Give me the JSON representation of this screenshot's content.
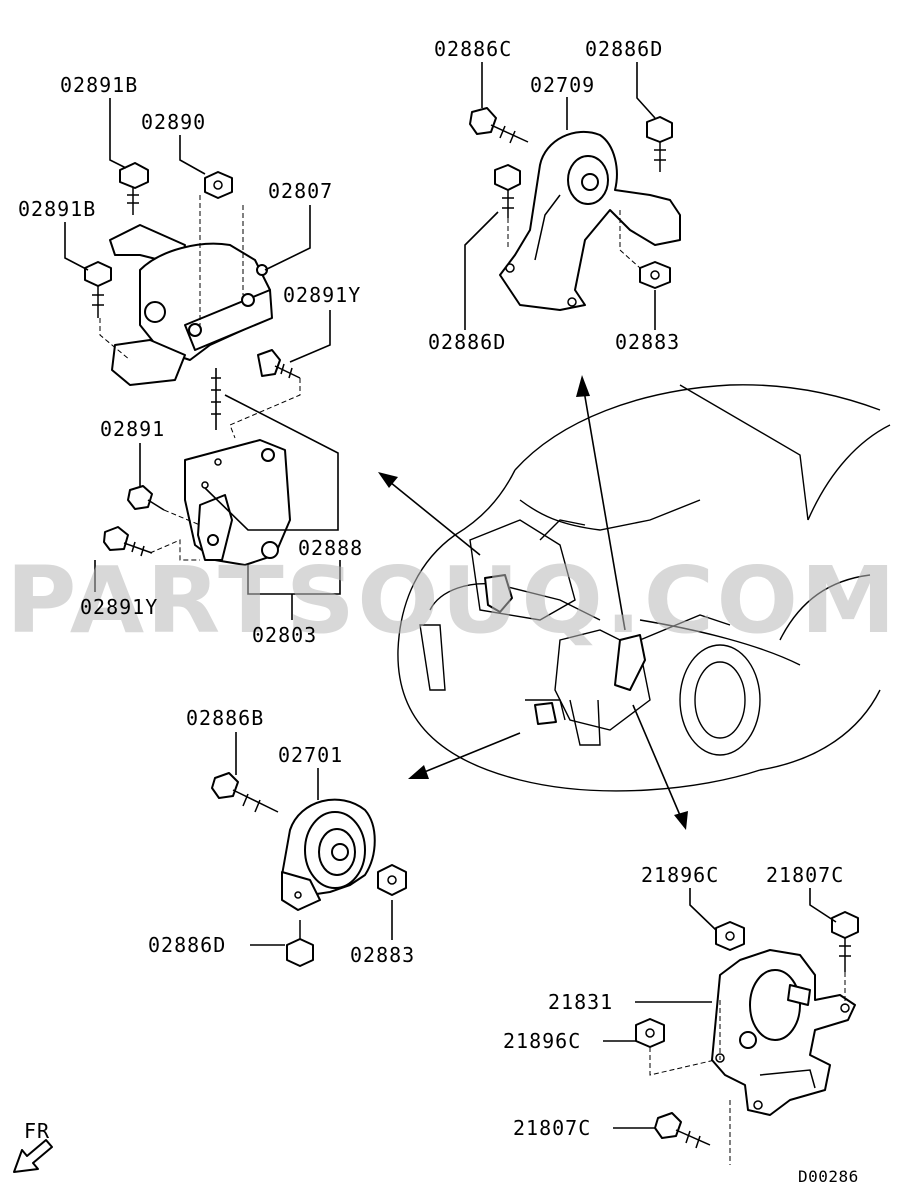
{
  "watermark": "PARTSOUQ.COM",
  "diagram_code": "D00286",
  "direction_label": "FR",
  "labels": {
    "l_02891B_a": "02891B",
    "l_02890": "02890",
    "l_02807": "02807",
    "l_02891B_b": "02891B",
    "l_02891Y_a": "02891Y",
    "l_02891": "02891",
    "l_02888": "02888",
    "l_02891Y_b": "02891Y",
    "l_02803": "02803",
    "l_02886C": "02886C",
    "l_02886D_a": "02886D",
    "l_02709": "02709",
    "l_02886D_b": "02886D",
    "l_02883_a": "02883",
    "l_02886B": "02886B",
    "l_02701": "02701",
    "l_02886D_c": "02886D",
    "l_02883_b": "02883",
    "l_21896C_a": "21896C",
    "l_21807C_a": "21807C",
    "l_21831": "21831",
    "l_21896C_b": "21896C",
    "l_21807C_b": "21807C"
  }
}
